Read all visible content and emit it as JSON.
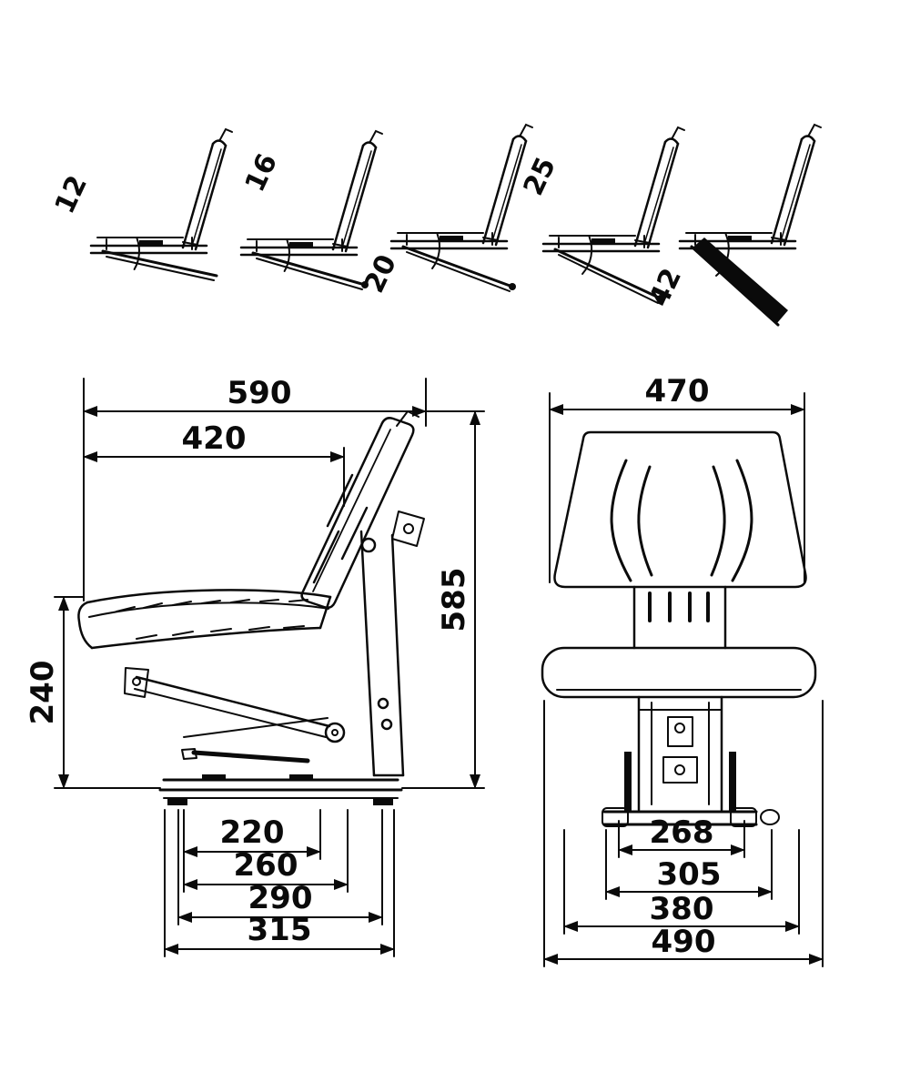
{
  "angle_views": {
    "view1": "12",
    "view2": "16",
    "view3": "20",
    "view4": "25",
    "view5": "42"
  },
  "side_view": {
    "overall_width": "590",
    "backrest_width": "420",
    "overall_height": "585",
    "seat_height": "240",
    "rail_dim_1": "220",
    "rail_dim_2": "260",
    "rail_dim_3": "290",
    "rail_dim_4": "315"
  },
  "front_view": {
    "backrest_width": "470",
    "mount_width_1": "268",
    "mount_width_2": "305",
    "base_width": "380",
    "cushion_width": "490"
  }
}
